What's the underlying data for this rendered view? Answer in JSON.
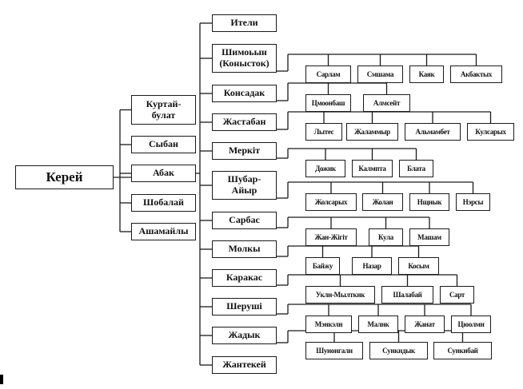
{
  "diagram": {
    "type": "tree",
    "root": "Керей",
    "level1": [
      "Куртай-\nбулат",
      "Сыбан",
      "Абак",
      "Шобалай",
      "Ашамайлы"
    ],
    "level1_parent_of_level2": "Абак",
    "level2": [
      {
        "label": "Ители",
        "children": []
      },
      {
        "label": "Шимоьын\n(Конысток)",
        "children": [
          "Сарлам",
          "Смшама",
          "Каяк",
          "Акбактых"
        ]
      },
      {
        "label": "Консадак",
        "children": [
          "Цмоонбаш",
          "Алмсейт"
        ]
      },
      {
        "label": "Жастабан",
        "children": [
          "Лытес",
          "Жаламмыр",
          "Альмамбет",
          "Кулсарых"
        ]
      },
      {
        "label": "Меркіт",
        "children": [
          "Дожнк",
          "Калмпта",
          "Блата"
        ]
      },
      {
        "label": "Шубар-\nАйыр",
        "children": [
          "Жолсарых",
          "Жолан",
          "Нщнык",
          "Нэрсы"
        ]
      },
      {
        "label": "Сарбас",
        "children": [
          "Жан-Жігіт",
          "Кула",
          "Машам"
        ]
      },
      {
        "label": "Молкы",
        "children": [
          "Байжу",
          "Назар",
          "Косым"
        ]
      },
      {
        "label": "Каракас",
        "children": [
          "Уклн-Мылткнк",
          "Шалабай",
          "Сарт"
        ]
      },
      {
        "label": "Шеруші",
        "children": [
          "Мэнкэлн",
          "Малнк",
          "Жанат",
          "Цюолмн"
        ]
      },
      {
        "label": "Жадык",
        "children": [
          "Шунонгалн",
          "Сункндык",
          "Сункнбай"
        ]
      },
      {
        "label": "Жантекей",
        "children": []
      }
    ]
  }
}
